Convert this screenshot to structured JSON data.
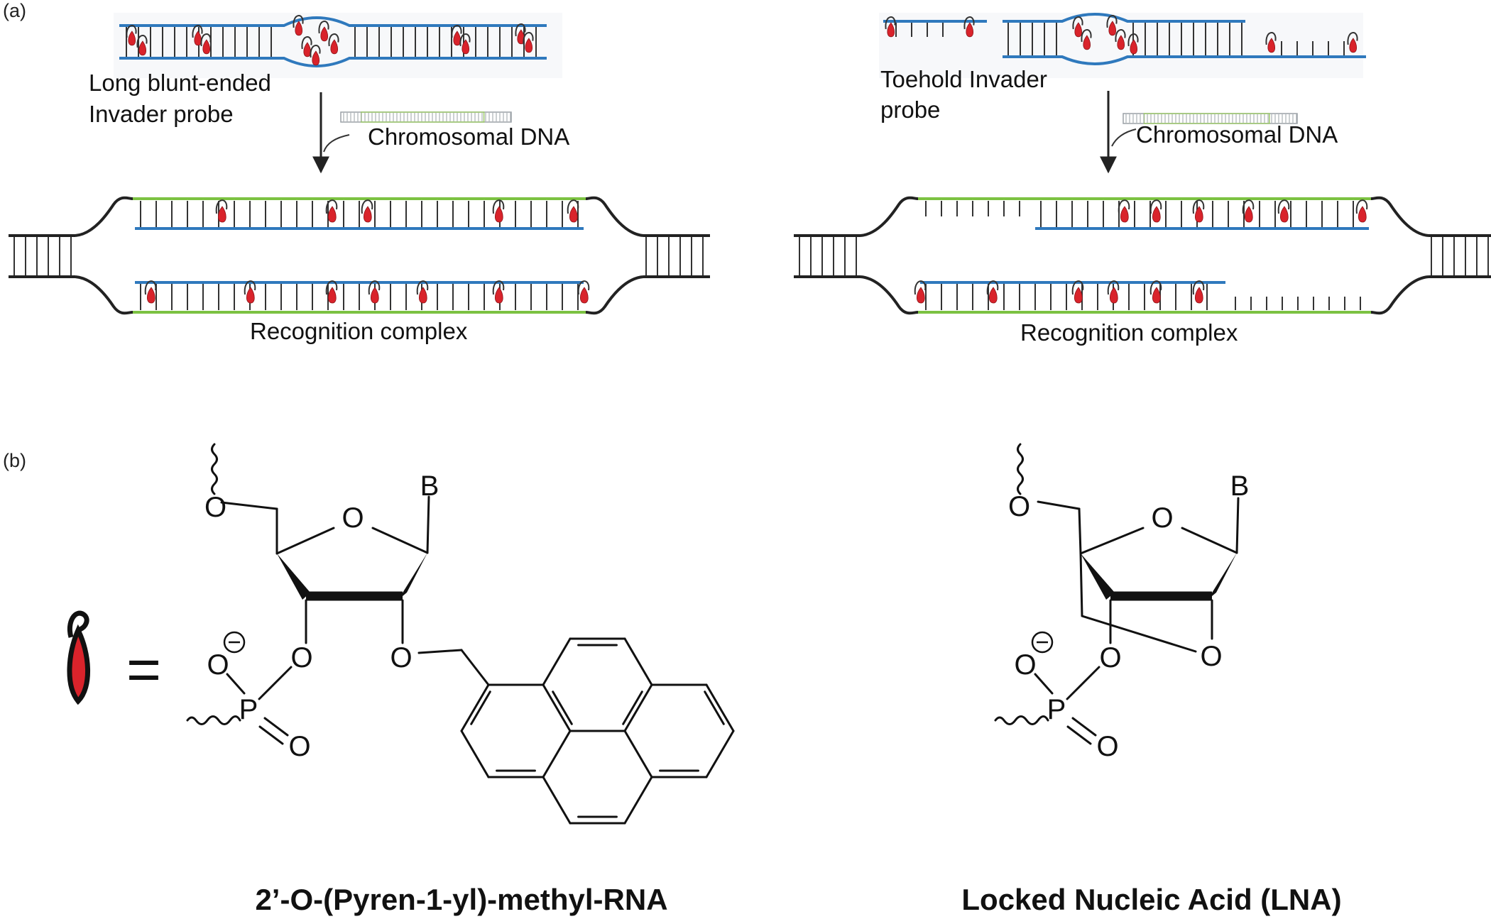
{
  "panel_labels": {
    "a": "(a)",
    "b": "(b)"
  },
  "panel_a": {
    "left": {
      "probe_label": [
        "Long blunt-ended",
        "Invader probe"
      ],
      "target_label": "Chromosomal DNA",
      "complex_label": "Recognition complex"
    },
    "right": {
      "probe_label": [
        "Toehold Invader",
        "probe"
      ],
      "target_label": "Chromosomal DNA",
      "complex_label": "Recognition complex"
    }
  },
  "panel_b": {
    "equals": "=",
    "pyrene_rna": {
      "title": "2’-O-(Pyren-1-yl)-methyl-RNA",
      "atoms": {
        "o5": "O",
        "ring_o": "O",
        "base": "B",
        "o3": "O",
        "o2": "O",
        "o_minus": "O",
        "p": "P",
        "o_double": "O",
        "charge": "−"
      }
    },
    "lna": {
      "title": "Locked Nucleic Acid (LNA)",
      "atoms": {
        "o5": "O",
        "ring_o": "O",
        "base": "B",
        "o3": "O",
        "o2": "O",
        "o_minus": "O",
        "p": "P",
        "o_double": "O",
        "charge": "−"
      }
    }
  }
}
